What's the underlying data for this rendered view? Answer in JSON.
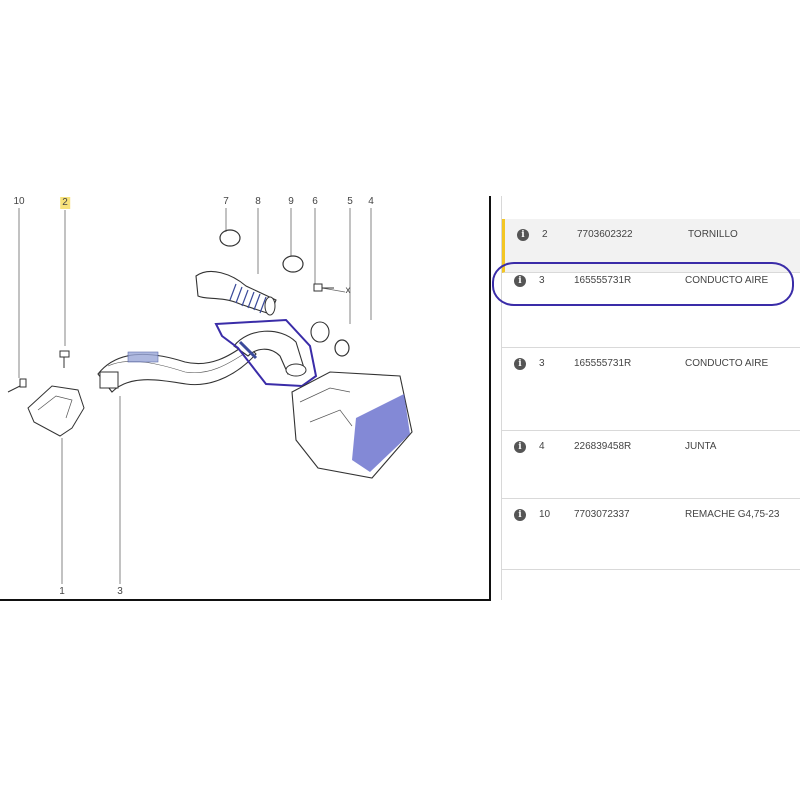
{
  "diagram": {
    "callouts": {
      "c10": "10",
      "c2": "2",
      "c7": "7",
      "c8": "8",
      "c9": "9",
      "c6": "6",
      "c5": "5",
      "c4": "4",
      "c1": "1",
      "c3": "3",
      "cx": "x"
    },
    "highlighted_callout": "2"
  },
  "parts": [
    {
      "number": "2",
      "reference": "7703602322",
      "description": "TORNILLO",
      "selected": true
    },
    {
      "number": "3",
      "reference": "165555731R",
      "description": "CONDUCTO AIRE",
      "selected": false
    },
    {
      "number": "3",
      "reference": "165555731R",
      "description": "CONDUCTO AIRE",
      "selected": false
    },
    {
      "number": "4",
      "reference": "226839458R",
      "description": "JUNTA",
      "selected": false
    },
    {
      "number": "10",
      "reference": "7703072337",
      "description": "REMACHE G4,75-23",
      "selected": false
    }
  ],
  "info_icon_glyph": "i",
  "colors": {
    "annotation": "#3a2ca8",
    "selected_marker": "#f3c623",
    "callout_highlight": "#f7e27a"
  }
}
